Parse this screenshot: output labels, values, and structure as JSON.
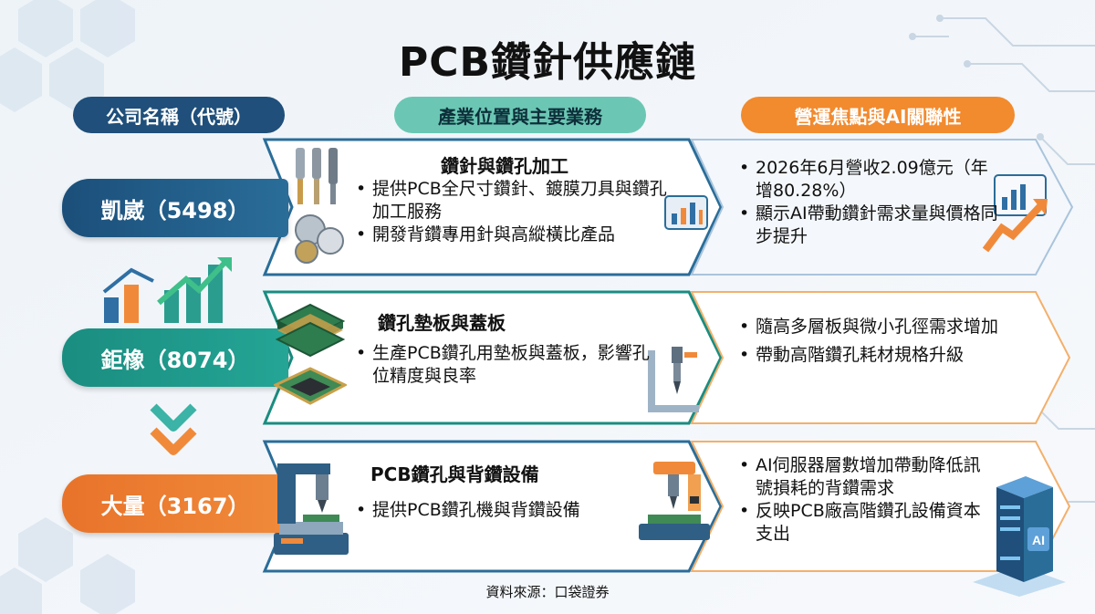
{
  "title": "PCB鑽針供應鏈",
  "headers": {
    "company": "公司名稱（代號）",
    "business": "產業位置與主要業務",
    "focus": "營運焦點與AI關聯性"
  },
  "rows": [
    {
      "company": "凱崴（5498）",
      "business_title": "鑽針與鑽孔加工",
      "business_points": [
        "提供PCB全尺寸鑽針、鍍膜刀具與鑽孔加工服務",
        "開發背鑽專用針與高縱橫比產品"
      ],
      "focus_points": [
        "2026年6月營收2.09億元（年增80.28%）",
        "顯示AI帶動鑽針需求量與價格同步提升"
      ]
    },
    {
      "company": "鉅橡（8074）",
      "business_title": "鑽孔墊板與蓋板",
      "business_points": [
        "生產PCB鑽孔用墊板與蓋板，影響孔位精度與良率"
      ],
      "focus_points": [
        "隨高多層板與微小孔徑需求增加",
        "帶動高階鑽孔耗材規格升級"
      ]
    },
    {
      "company": "大量（3167）",
      "business_title": "PCB鑽孔與背鑽設備",
      "business_points": [
        "提供PCB鑽孔機與背鑽設備"
      ],
      "focus_points": [
        "AI伺服器層數增加帶動降低訊號損耗的背鑽需求",
        "反映PCB廠高階鑽孔設備資本支出"
      ]
    }
  ],
  "source": "資料來源：口袋證券",
  "colors": {
    "navy": "#1f4f7a",
    "teal": "#1a8d80",
    "orange": "#f28a2e",
    "mint": "#6bc7b4"
  },
  "icons": [
    "drill-bits-icon",
    "chart-board-icon",
    "growth-chart-icon",
    "circuit-board-icon",
    "drill-square-icon",
    "drilling-machine-icon",
    "cnc-robot-icon",
    "ai-server-icon",
    "chevron-down-icon"
  ]
}
